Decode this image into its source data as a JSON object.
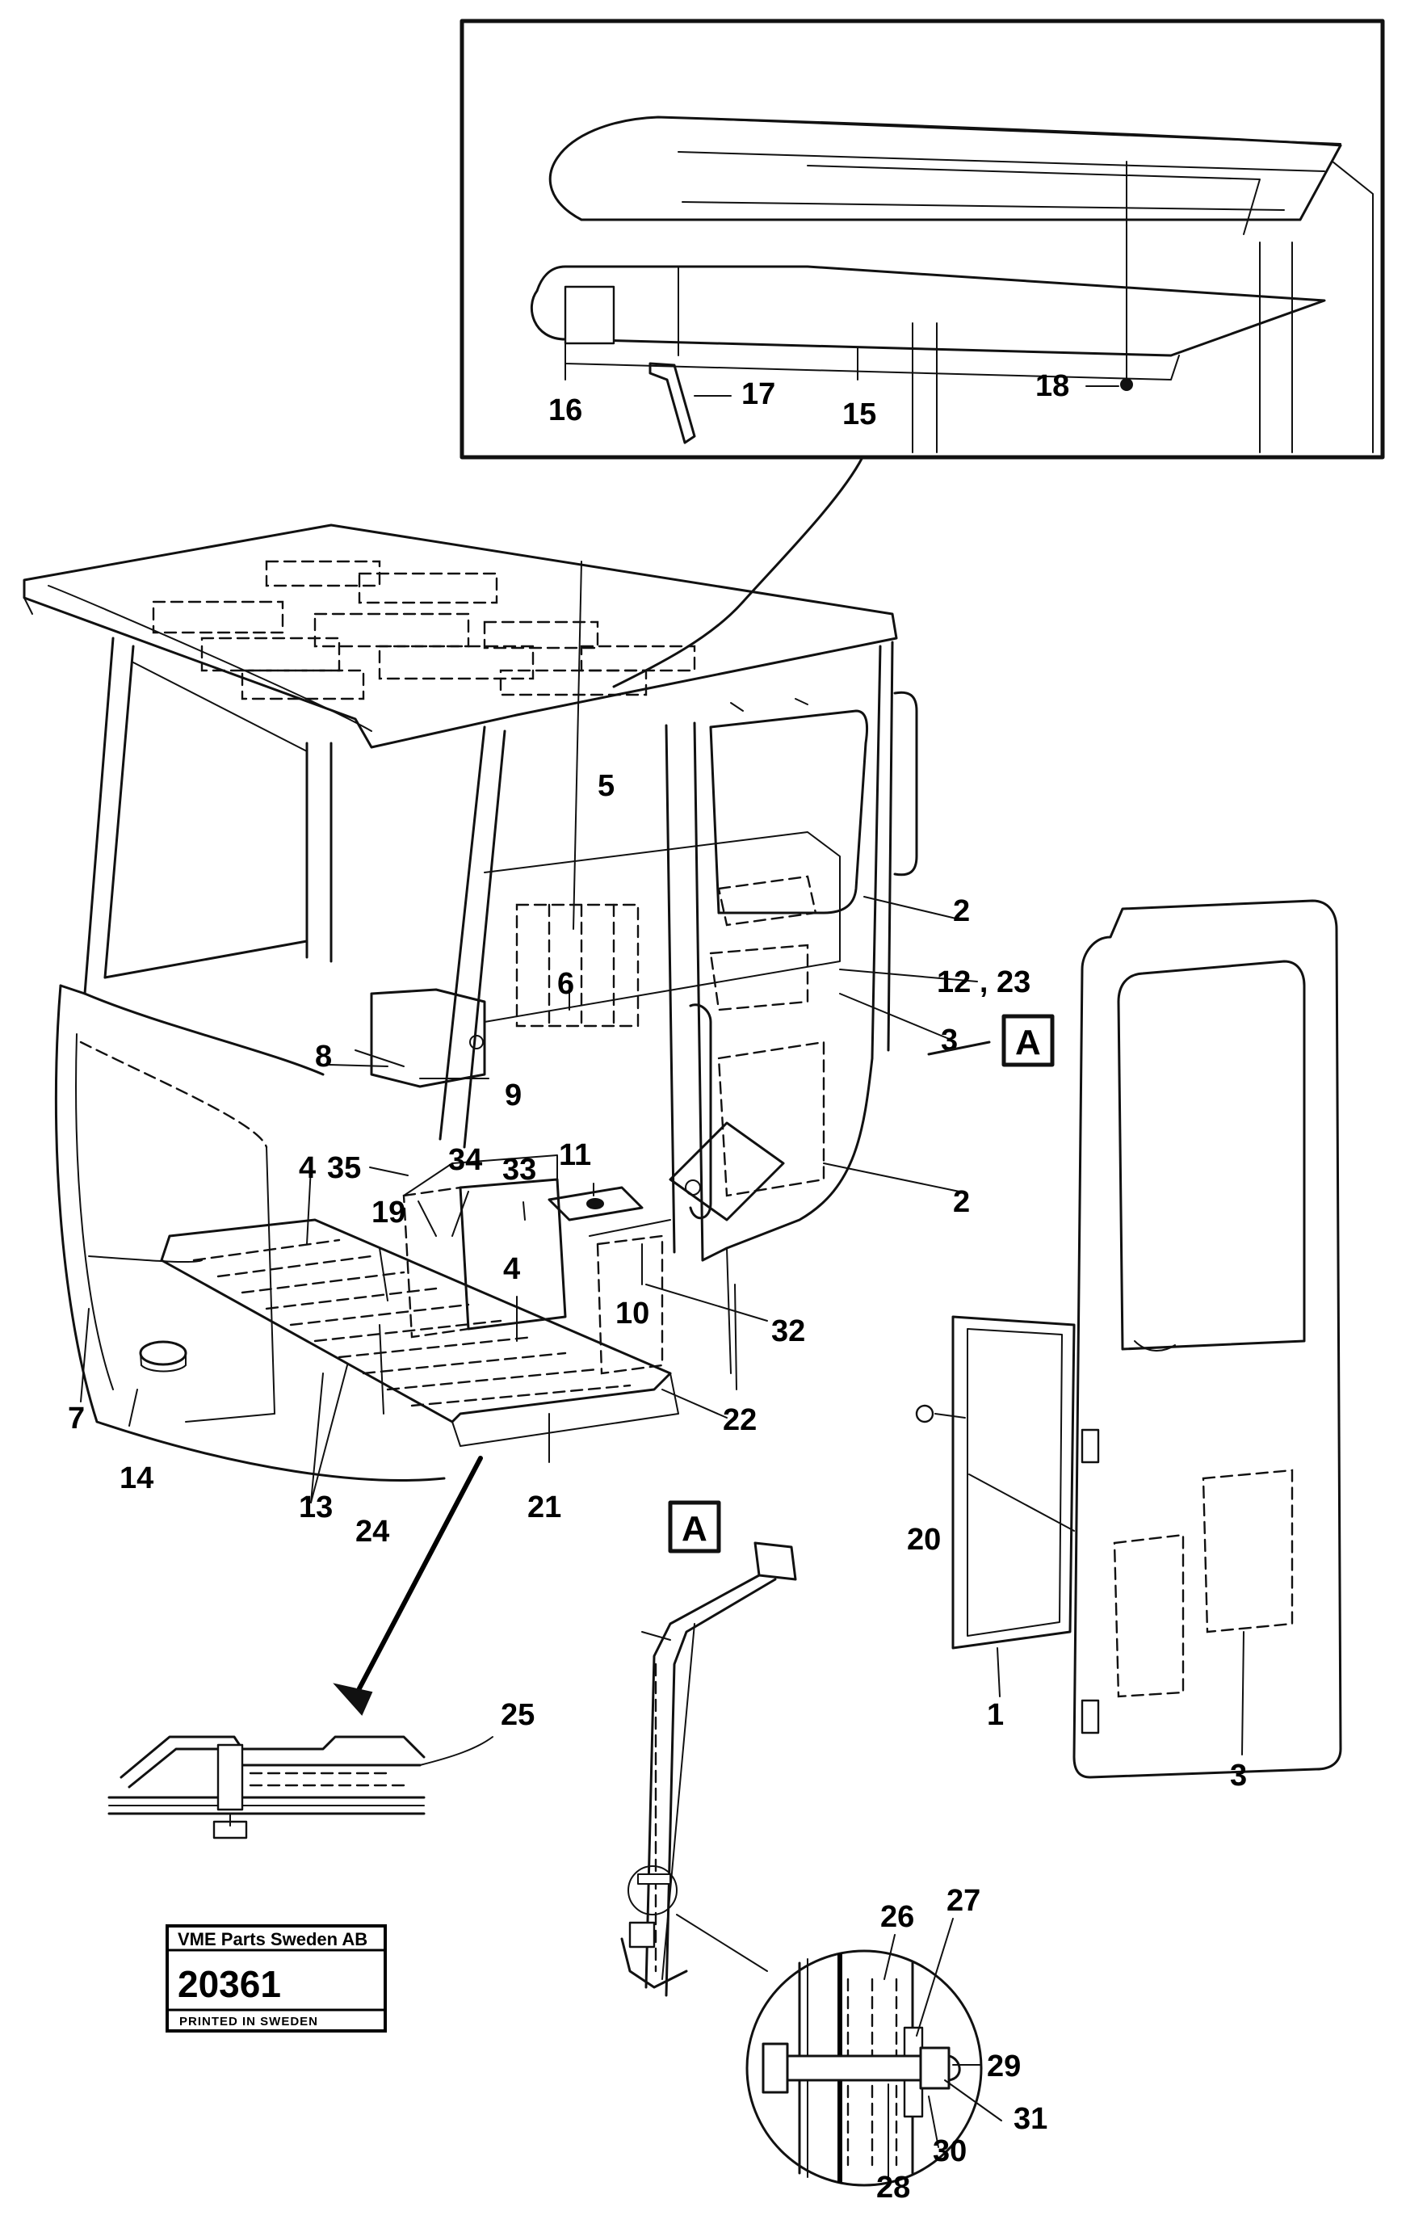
{
  "callouts": {
    "c1": "1",
    "c2a": "2",
    "c2b": "2",
    "c3a": "3",
    "c3b": "3",
    "c4a": "4",
    "c4b": "4",
    "c5": "5",
    "c6": "6",
    "c7": "7",
    "c8": "8",
    "c9": "9",
    "c10": "10",
    "c11": "11",
    "c12_23": "12 , 23",
    "c13": "13",
    "c14": "14",
    "c15": "15",
    "c16": "16",
    "c17": "17",
    "c18": "18",
    "c19": "19",
    "c20": "20",
    "c21": "21",
    "c22": "22",
    "c24": "24",
    "c25": "25",
    "c26": "26",
    "c27": "27",
    "c28": "28",
    "c29": "29",
    "c30": "30",
    "c31": "31",
    "c32": "32",
    "c33": "33",
    "c34": "34",
    "c35": "35"
  },
  "section_marker": "A",
  "stamp": {
    "company": "VME Parts Sweden AB",
    "number": "20361",
    "footer": "PRINTED IN SWEDEN"
  }
}
